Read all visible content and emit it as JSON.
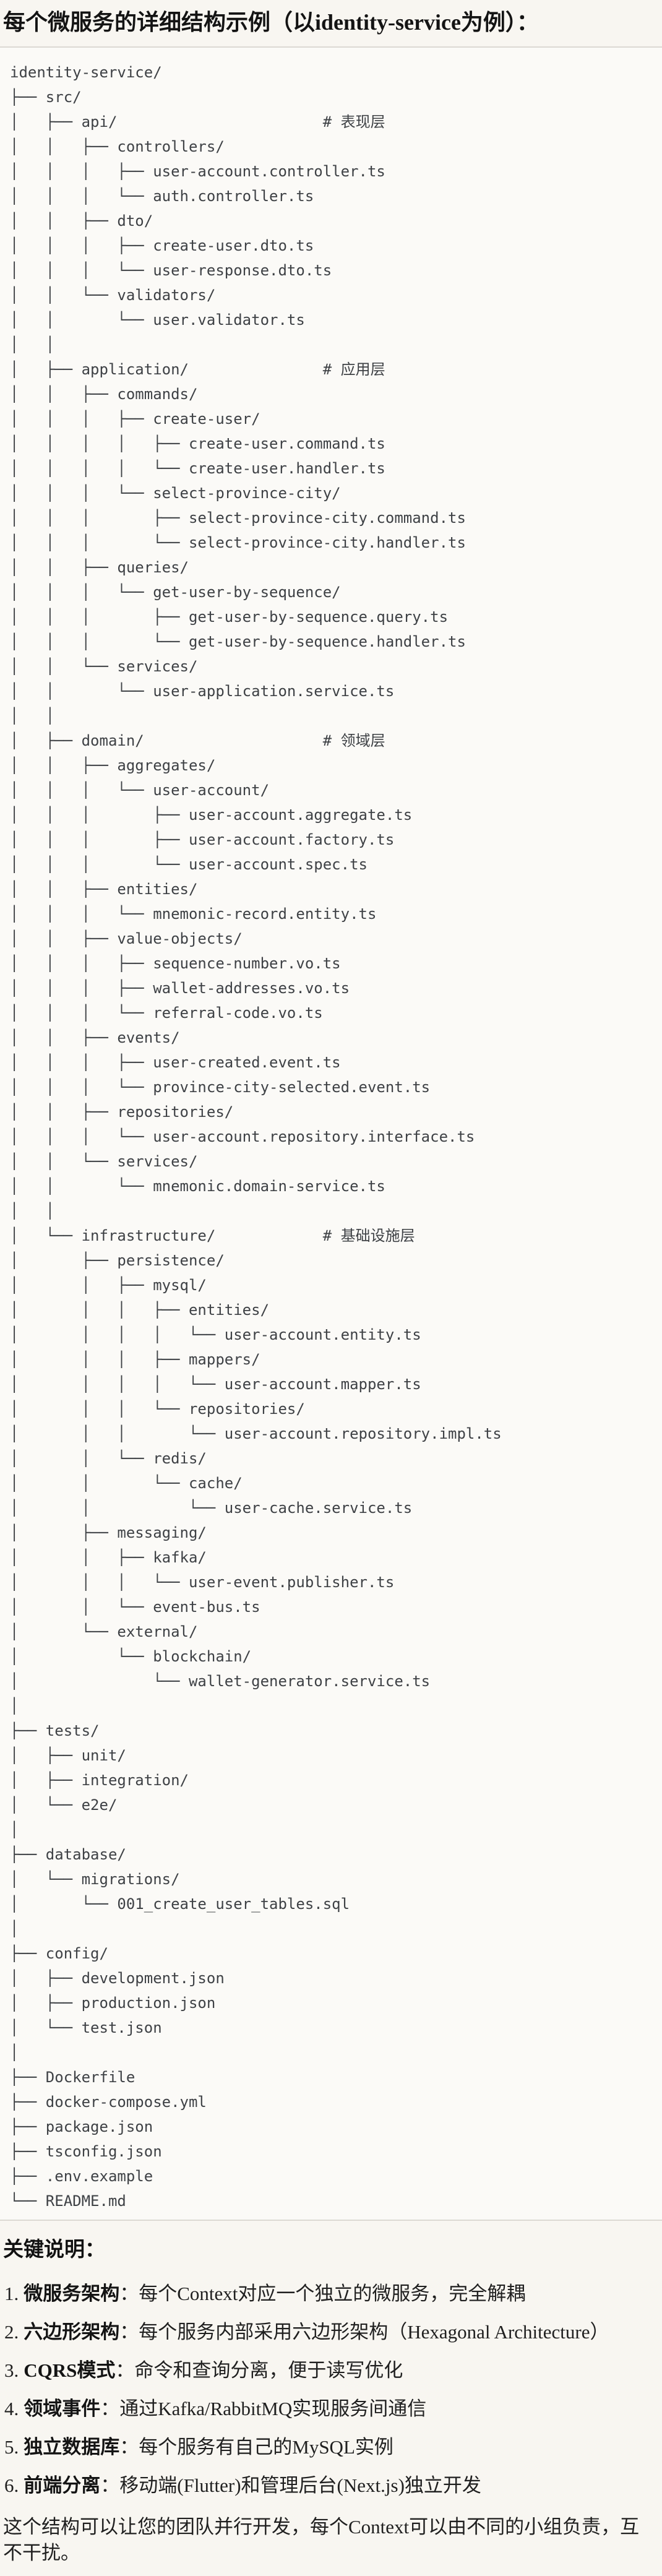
{
  "page": {
    "title": "每个微服务的详细结构示例（以identity-service为例）："
  },
  "tree": {
    "lines": [
      "identity-service/",
      "├── src/",
      "│   ├── api/                       # 表现层",
      "│   │   ├── controllers/",
      "│   │   │   ├── user-account.controller.ts",
      "│   │   │   └── auth.controller.ts",
      "│   │   ├── dto/",
      "│   │   │   ├── create-user.dto.ts",
      "│   │   │   └── user-response.dto.ts",
      "│   │   └── validators/",
      "│   │       └── user.validator.ts",
      "│   │",
      "│   ├── application/               # 应用层",
      "│   │   ├── commands/",
      "│   │   │   ├── create-user/",
      "│   │   │   │   ├── create-user.command.ts",
      "│   │   │   │   └── create-user.handler.ts",
      "│   │   │   └── select-province-city/",
      "│   │   │       ├── select-province-city.command.ts",
      "│   │   │       └── select-province-city.handler.ts",
      "│   │   ├── queries/",
      "│   │   │   └── get-user-by-sequence/",
      "│   │   │       ├── get-user-by-sequence.query.ts",
      "│   │   │       └── get-user-by-sequence.handler.ts",
      "│   │   └── services/",
      "│   │       └── user-application.service.ts",
      "│   │",
      "│   ├── domain/                    # 领域层",
      "│   │   ├── aggregates/",
      "│   │   │   └── user-account/",
      "│   │   │       ├── user-account.aggregate.ts",
      "│   │   │       ├── user-account.factory.ts",
      "│   │   │       └── user-account.spec.ts",
      "│   │   ├── entities/",
      "│   │   │   └── mnemonic-record.entity.ts",
      "│   │   ├── value-objects/",
      "│   │   │   ├── sequence-number.vo.ts",
      "│   │   │   ├── wallet-addresses.vo.ts",
      "│   │   │   └── referral-code.vo.ts",
      "│   │   ├── events/",
      "│   │   │   ├── user-created.event.ts",
      "│   │   │   └── province-city-selected.event.ts",
      "│   │   ├── repositories/",
      "│   │   │   └── user-account.repository.interface.ts",
      "│   │   └── services/",
      "│   │       └── mnemonic.domain-service.ts",
      "│   │",
      "│   └── infrastructure/            # 基础设施层",
      "│       ├── persistence/",
      "│       │   ├── mysql/",
      "│       │   │   ├── entities/",
      "│       │   │   │   └── user-account.entity.ts",
      "│       │   │   ├── mappers/",
      "│       │   │   │   └── user-account.mapper.ts",
      "│       │   │   └── repositories/",
      "│       │   │       └── user-account.repository.impl.ts",
      "│       │   └── redis/",
      "│       │       └── cache/",
      "│       │           └── user-cache.service.ts",
      "│       ├── messaging/",
      "│       │   ├── kafka/",
      "│       │   │   └── user-event.publisher.ts",
      "│       │   └── event-bus.ts",
      "│       └── external/",
      "│           └── blockchain/",
      "│               └── wallet-generator.service.ts",
      "│",
      "├── tests/",
      "│   ├── unit/",
      "│   ├── integration/",
      "│   └── e2e/",
      "│",
      "├── database/",
      "│   └── migrations/",
      "│       └── 001_create_user_tables.sql",
      "│",
      "├── config/",
      "│   ├── development.json",
      "│   ├── production.json",
      "│   └── test.json",
      "│",
      "├── Dockerfile",
      "├── docker-compose.yml",
      "├── package.json",
      "├── tsconfig.json",
      "├── .env.example",
      "└── README.md"
    ]
  },
  "notes": {
    "heading": "关键说明：",
    "items": [
      {
        "num": "1.",
        "term": "微服务架构",
        "sep": "：",
        "text": "每个Context对应一个独立的微服务，完全解耦"
      },
      {
        "num": "2.",
        "term": "六边形架构",
        "sep": "：",
        "text": "每个服务内部采用六边形架构（Hexagonal Architecture）"
      },
      {
        "num": "3.",
        "term": "CQRS模式",
        "sep": "：",
        "text": "命令和查询分离，便于读写优化"
      },
      {
        "num": "4.",
        "term": "领域事件",
        "sep": "：",
        "text": "通过Kafka/RabbitMQ实现服务间通信"
      },
      {
        "num": "5.",
        "term": "独立数据库",
        "sep": "：",
        "text": "每个服务有自己的MySQL实例"
      },
      {
        "num": "6.",
        "term": "前端分离",
        "sep": "：",
        "text": "移动端(Flutter)和管理后台(Next.js)独立开发"
      }
    ],
    "footer": "这个结构可以让您的团队并行开发，每个Context可以由不同的小组负责，互不干扰。"
  }
}
